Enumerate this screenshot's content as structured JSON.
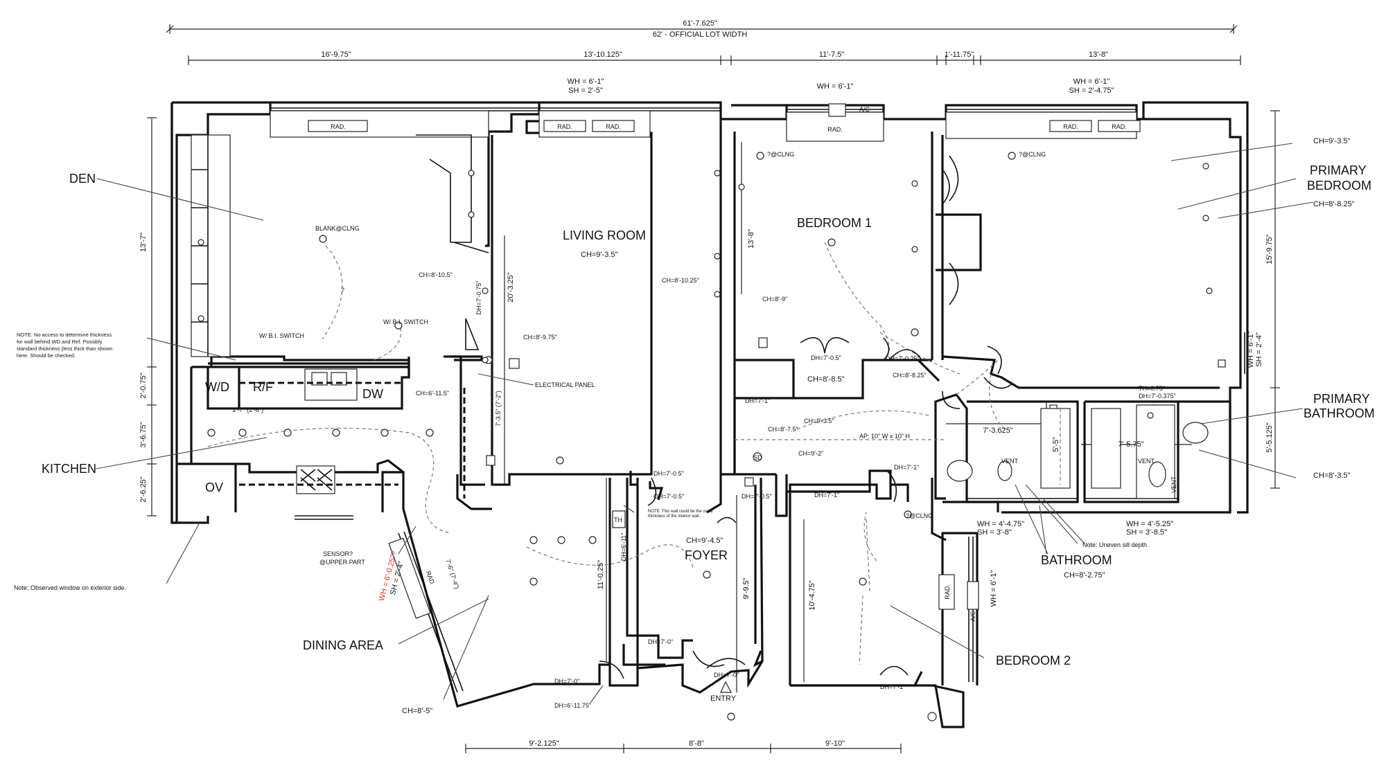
{
  "dimensions": {
    "overall": "61'-7.625\"",
    "lot_width": "62' - OFFICIAL LOT WIDTH",
    "top": [
      "16'-9.75\"",
      "13'-10.125\"",
      "11'-7.5\"",
      "1'-11.75\"",
      "13'-8\""
    ],
    "bottom": [
      "9'-2.125\"",
      "8'-8\"",
      "9'-10\""
    ],
    "left": [
      "13'-7\"",
      "2'-0.75\"",
      "3'-6.75\"",
      "2'-6.25\""
    ],
    "right": [
      "15'-9.75\"",
      "5'-5.125\""
    ],
    "interior": {
      "living_depth": "20'-3.25\"",
      "bed1_depth": "13'-8\"",
      "dining_width": "11'-0.25\"",
      "foyer_depth": "9'-9.5\"",
      "bed2_depth": "10'-4.75\"",
      "bath_a": "7'-3.625\"",
      "bath_b": "7'-5.75\"",
      "bath_c": "5'-5\"",
      "kitchen_small": "2'-7\" (2'-6\")",
      "panel_small": "7'-3.5\" (7'-2\")",
      "dining_small": "7'-6\" (7'-4\")"
    }
  },
  "rooms": {
    "den": "DEN",
    "living": "LIVING ROOM",
    "living_ch": "CH=9'-3.5\"",
    "bedroom1": "BEDROOM 1",
    "primary_bedroom_1": "PRIMARY",
    "primary_bedroom_2": "BEDROOM",
    "primary_bath_1": "PRIMARY",
    "primary_bath_2": "BATHROOM",
    "kitchen": "KITCHEN",
    "dining": "DINING AREA",
    "foyer": "FOYER",
    "foyer_ch": "CH=9'-4.5\"",
    "bathroom": "BATHROOM",
    "bedroom2": "BEDROOM 2",
    "entry": "ENTRY"
  },
  "fixtures": {
    "wd": "W/D",
    "rf": "R/F",
    "dw": "DW",
    "ov": "OV",
    "rad": "RAD.",
    "rad_short": "RAD",
    "ac": "A/C",
    "vent": "VENT",
    "th": "TH",
    "sd": "SD"
  },
  "windows": {
    "living_wh": "WH = 6'-1\"",
    "living_sh": "SH = 2'-5\"",
    "bed1_wh": "WH = 6'-1\"",
    "primary_wh": "WH = 6'-1\"",
    "primary_sh": "SH = 2'-4.75\"",
    "primary_side_wh": "WH = 6'-1\"",
    "primary_side_sh": "SH = 2'-4\"",
    "bath1_wh": "WH = 4'-4.75\"",
    "bath1_sh": "SH = 3'-8\"",
    "bath2_wh": "WH = 4'-5.25\"",
    "bath2_sh": "SH = 3'-8.5\"",
    "bed2_wh": "WH = 6'-1\"",
    "dining_wh": "WH = 6'-0.25\"?",
    "dining_sh": "SH = 2'-4\""
  },
  "ceiling": {
    "primary_top": "CH=9'-3.5\"",
    "primary_side": "CH=8'-8.25\"",
    "den_beam": "CH=8'-10.5\"",
    "living_beam": "CH=8'-10.25\"",
    "bed1_beam": "CH=8'-9\"",
    "living_side": "CH=8'-9.75\"",
    "kitchen_beam": "CH=6'-11.5\"",
    "closet_area": "CH=8'-8.5\"",
    "hall_a": "CH=8'-8.25\"",
    "hall_b": "CH=9'-3.5\"",
    "hall_c": "CH=8'-7.5\"",
    "hall_d": "CH=9'-2\"",
    "primary_bath": "CH=8'-3.5\"",
    "bath": "CH=8'-2.75\"",
    "dining": "CH=8'-5\""
  },
  "doors": {
    "den": "DH=7'-0.75\"",
    "closet1": "DH=7'-0.5\"",
    "closet2": "DH=7'-0.25\"",
    "hall1": "DH=7'-1\"",
    "bath_door": "DH=7'-1\"",
    "living1": "DH=7'-0.5\"",
    "living2": "OH=7'-0.5\"",
    "foyer1": "DH=7'-0.5\"",
    "bed2_closet": "DH=7'-1\"",
    "dining_door": "DH=6'-11\"",
    "dining_bottom": "DH=7'-0\"",
    "closet3": "DH=7'-0\"",
    "entry_door": "DH=7'-0\"",
    "dining_low": "DH=6'-11.75\"",
    "bed2_bottom": "DH=7'-1\"",
    "th": "TH=0.75\"",
    "dh_small": "DH=7'-0.375\""
  },
  "labels": {
    "blank_clng": "BLANK@CLNG",
    "q_clng": "?@CLNG",
    "q": "?",
    "wbi_switch": "W/ B.I. SWITCH",
    "electrical_panel": "ELECTRICAL PANEL",
    "ap": "AP: 10\" W x 10\" H",
    "sensor_1": "SENSOR?",
    "sensor_2": "@UPPER PART",
    "uneven_sill": "Note: Uneven sill depth.",
    "observed_window": "Note: Observed window on exterior side.",
    "wall_note_1": "NOTE: This wall could be the usual",
    "wall_note_2": "thickness of the interior wall.",
    "wd_note": [
      "NOTE: No access to determine thickness",
      "for wall behind WD and Ref. Possibly",
      "standard thickness (less thick than shown",
      "here. Should be checked."
    ]
  }
}
